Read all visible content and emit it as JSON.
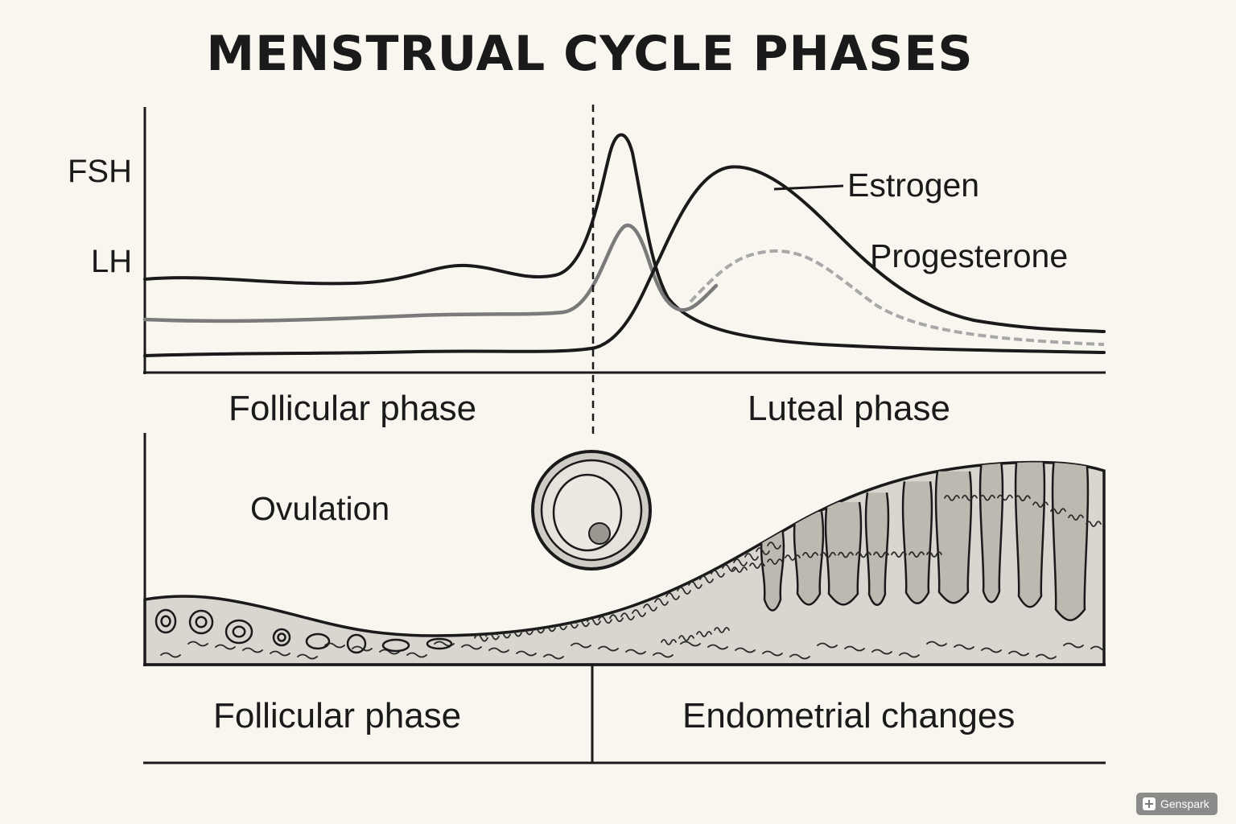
{
  "title": "MENSTRUAL CYCLE PHASES",
  "hormone_chart": {
    "axis_labels": {
      "top": "FSH",
      "middle": "LH"
    },
    "curves": [
      {
        "name": "Estrogen"
      },
      {
        "name": "Progesterone"
      }
    ],
    "phases": {
      "left": "Follicular phase",
      "right": "Luteal phase"
    }
  },
  "ovary_panel": {
    "event_label": "Ovulation"
  },
  "bottom_table": {
    "left": "Follicular phase",
    "right": "Endometrial changes"
  },
  "watermark": {
    "text": "Genspark"
  },
  "colors": {
    "background": "#f9f6f0",
    "ink": "#1a1a1a",
    "lh_curve": "#7a7a7a",
    "progesterone_curve": "#a8a8a8",
    "tissue_fill": "#d9d6cf",
    "tissue_dark": "#bdb9b1"
  }
}
